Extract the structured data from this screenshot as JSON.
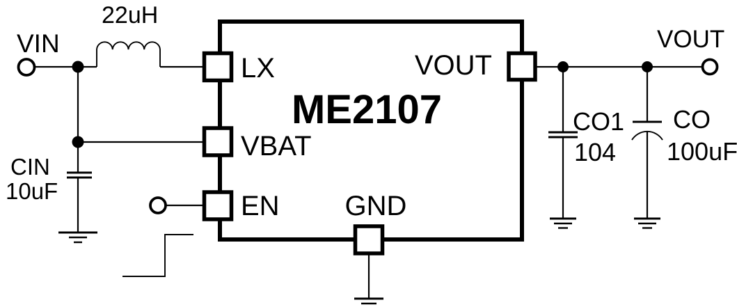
{
  "ic": {
    "name": "ME2107",
    "pins": {
      "lx": "LX",
      "vbat": "VBAT",
      "en": "EN",
      "gnd": "GND",
      "vout": "VOUT"
    }
  },
  "terminals": {
    "vin_label": "VIN",
    "vout_label": "VOUT"
  },
  "components": {
    "inductor_label": "22uH",
    "cin_ref": "CIN",
    "cin_value": "10uF",
    "co1_ref": "CO1",
    "co1_value": "104",
    "co_ref": "CO",
    "co_value": "100uF"
  },
  "colors": {
    "line": "#000000",
    "background": "#ffffff"
  }
}
